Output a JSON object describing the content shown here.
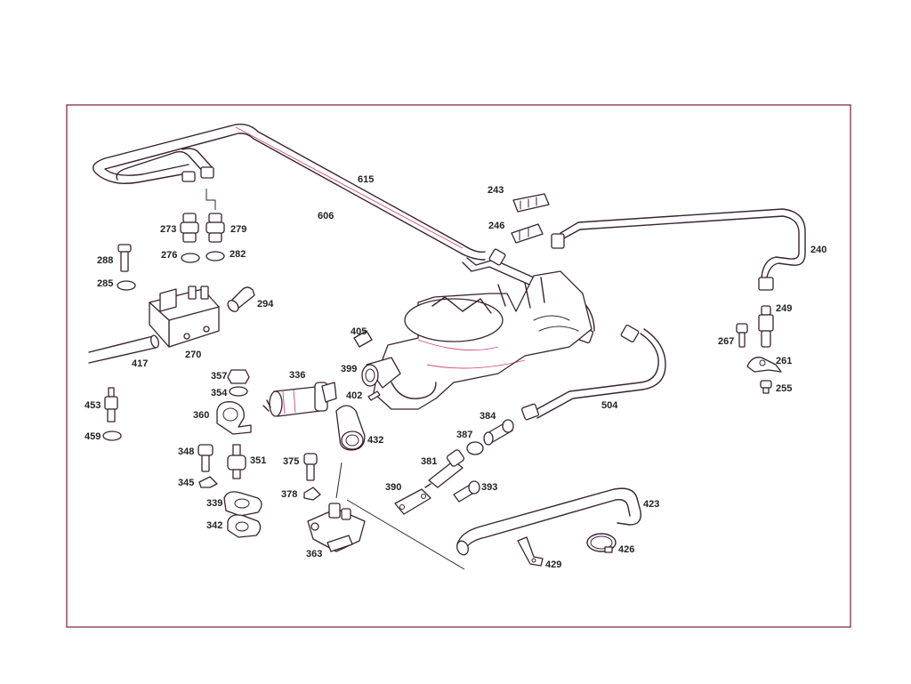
{
  "colors": {
    "frame": "#7a1a3a",
    "line": "#3a2230",
    "accent": "#c01050",
    "label": "#222222"
  },
  "labels": {
    "l615": "615",
    "l606": "606",
    "l243": "243",
    "l246": "246",
    "l240": "240",
    "l273": "273",
    "l279": "279",
    "l276": "276",
    "l282": "282",
    "l288": "288",
    "l285": "285",
    "l294": "294",
    "l270": "270",
    "l417": "417",
    "l405": "405",
    "l399": "399",
    "l402": "402",
    "l249": "249",
    "l267": "267",
    "l261": "261",
    "l255": "255",
    "l504": "504",
    "l357": "357",
    "l354": "354",
    "l336": "336",
    "l360": "360",
    "l453": "453",
    "l459": "459",
    "l348": "348",
    "l351": "351",
    "l345": "345",
    "l339": "339",
    "l342": "342",
    "l375": "375",
    "l378": "378",
    "l363": "363",
    "l432": "432",
    "l384": "384",
    "l387": "387",
    "l381": "381",
    "l390": "390",
    "l393": "393",
    "l423": "423",
    "l426": "426",
    "l429": "429"
  }
}
